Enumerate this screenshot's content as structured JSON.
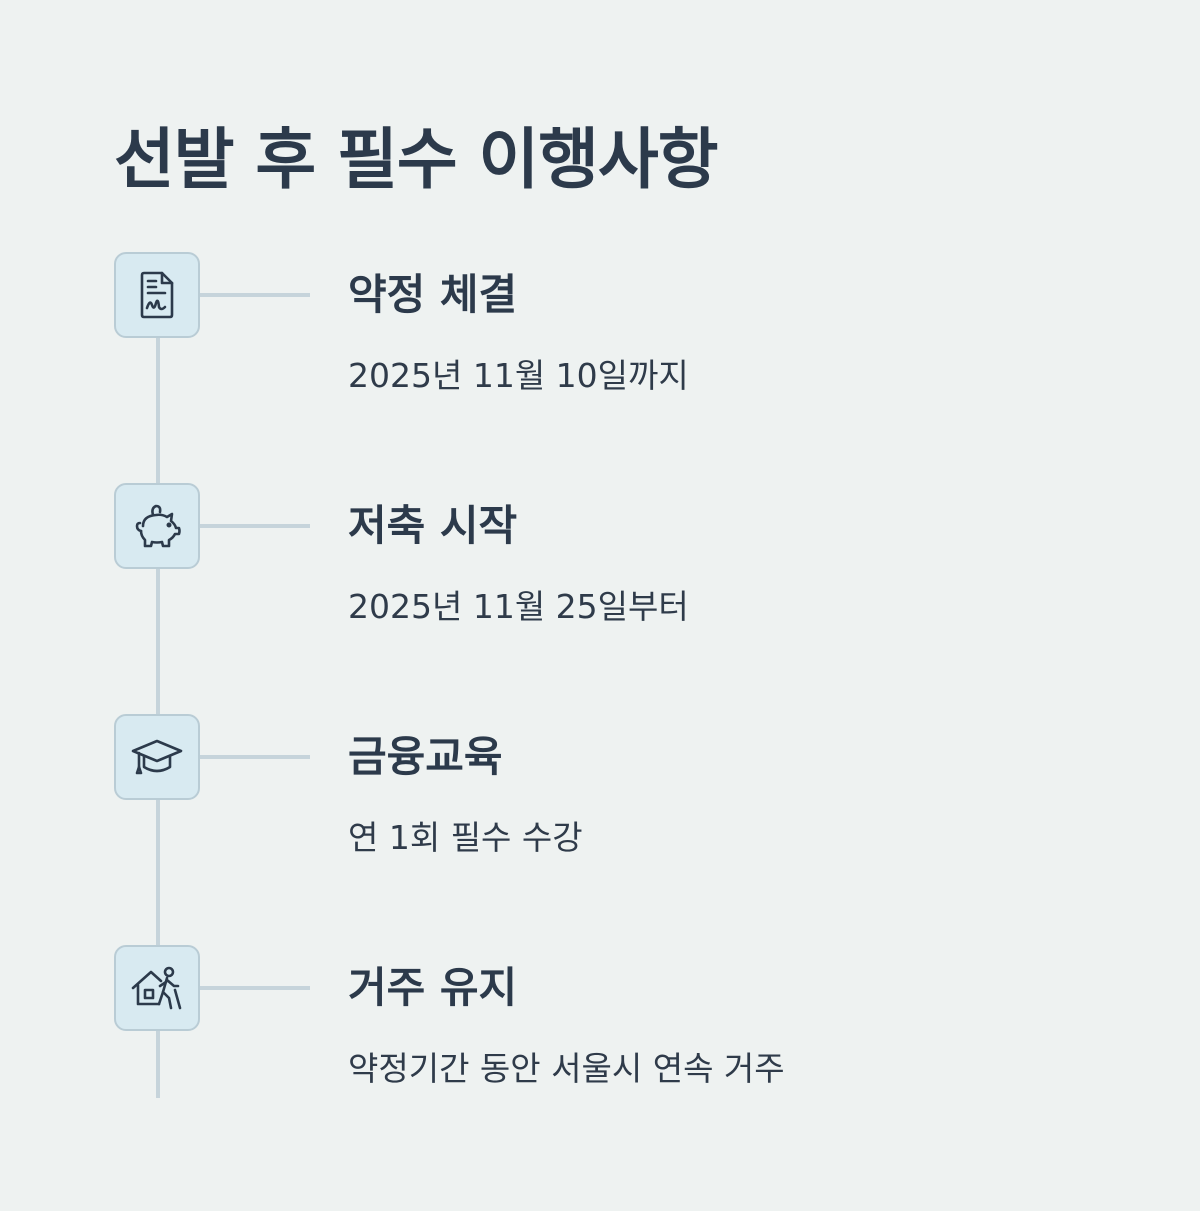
{
  "title": "선발 후 필수 이행사항",
  "steps": [
    {
      "icon": "signed-document-icon",
      "title": "약정 체결",
      "description": "2025년 11월 10일까지"
    },
    {
      "icon": "piggy-bank-icon",
      "title": "저축 시작",
      "description": "2025년 11월 25일부터"
    },
    {
      "icon": "graduation-cap-icon",
      "title": "금융교육",
      "description": "연 1회 필수 수강"
    },
    {
      "icon": "house-resident-icon",
      "title": "거주 유지",
      "description": "약정기간 동안 서울시 연속 거주"
    }
  ],
  "colors": {
    "background": "#eef2f1",
    "text": "#2c3a4b",
    "icon_fill": "#d8eaf1",
    "line": "#c6d4db"
  }
}
